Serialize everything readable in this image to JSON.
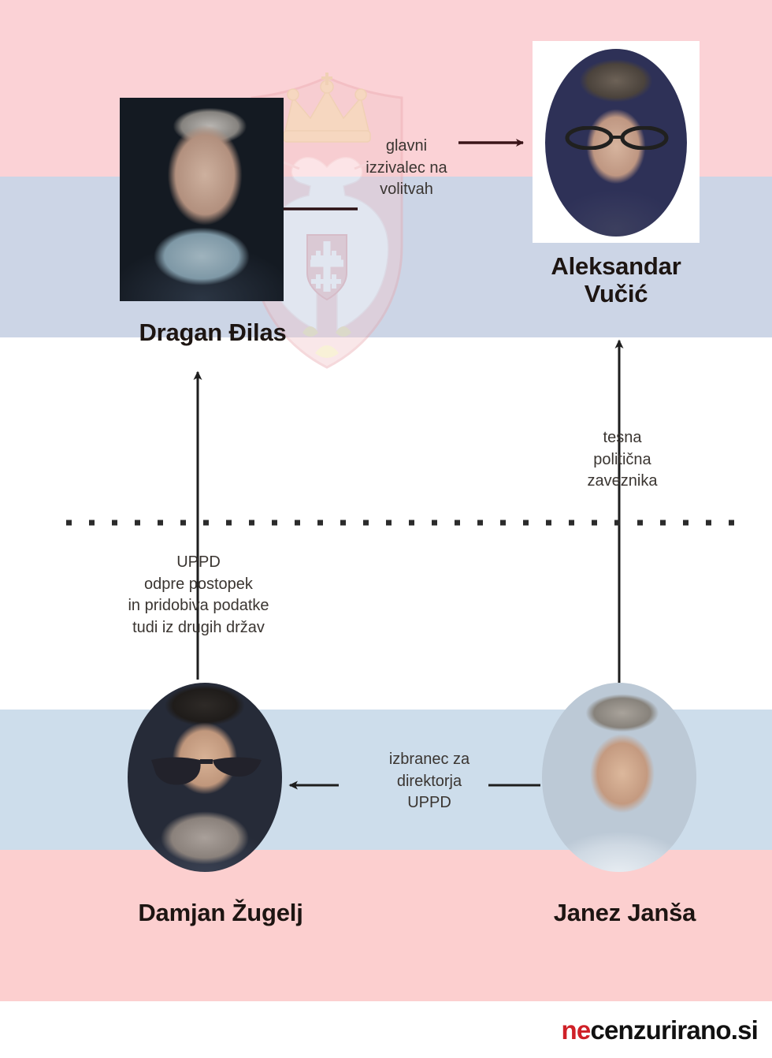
{
  "figure": {
    "title": "Politicne povezave",
    "people": [
      {
        "id": "djilas",
        "name": "Dragan Đilas",
        "portrait": "portrait-dragan-djilas"
      },
      {
        "id": "vucic",
        "name": "Aleksandar\nVučić",
        "name_line1": "Aleksandar",
        "name_line2": "Vučić",
        "portrait": "portrait-aleksandar-vucic"
      },
      {
        "id": "zugelj",
        "name": "Damjan Žugelj",
        "portrait": "portrait-damjan-zugelj"
      },
      {
        "id": "jansa",
        "name": "Janez Janša",
        "portrait": "portrait-janez-jansa"
      }
    ],
    "connections": [
      {
        "id": "djilas-vucic",
        "from": "djilas",
        "to": "vucic",
        "label": "glavni\nizzivalec na\nvolitvah",
        "label_lines": [
          "glavni",
          "izzivalec na",
          "volitvah"
        ],
        "direction": "right"
      },
      {
        "id": "jansa-vucic",
        "from": "jansa",
        "to": "vucic",
        "label": "tesna\npolitična\nzaveznika",
        "label_lines": [
          "tesna",
          "politična",
          "zaveznika"
        ],
        "direction": "up"
      },
      {
        "id": "zugelj-djilas",
        "from": "zugelj",
        "to": "djilas",
        "label": "UPPD\nodpre postopek\nin pridobiva podatke\ntudi iz drugih držav",
        "label_lines": [
          "UPPD",
          "odpre postopek",
          "in pridobiva podatke",
          "tudi iz drugih držav"
        ],
        "direction": "up"
      },
      {
        "id": "jansa-zugelj",
        "from": "jansa",
        "to": "zugelj",
        "label": "izbranec za\ndirektorja\nUPPD",
        "label_lines": [
          "izbranec za",
          "direktorja",
          "UPPD"
        ],
        "direction": "left"
      }
    ],
    "divider": {
      "style": "dotted",
      "name": "country-border-divider"
    },
    "watermark": {
      "name": "serbian-coat-of-arms"
    }
  },
  "footer": {
    "logo_red": "ne",
    "logo_black": "cenzurirano.si"
  },
  "colors": {
    "band_pink": "#fbd2d6",
    "band_blue": "#ccd5e6",
    "band_pink_bottom": "#fccfcf",
    "band_blue_bottom": "#cdddeb",
    "arrow": "#3a1418",
    "connector": "#2b2b2b",
    "name_text": "#1d1512",
    "label_text": "#3a3531",
    "logo_red": "#cf2027",
    "logo_black": "#111111"
  }
}
